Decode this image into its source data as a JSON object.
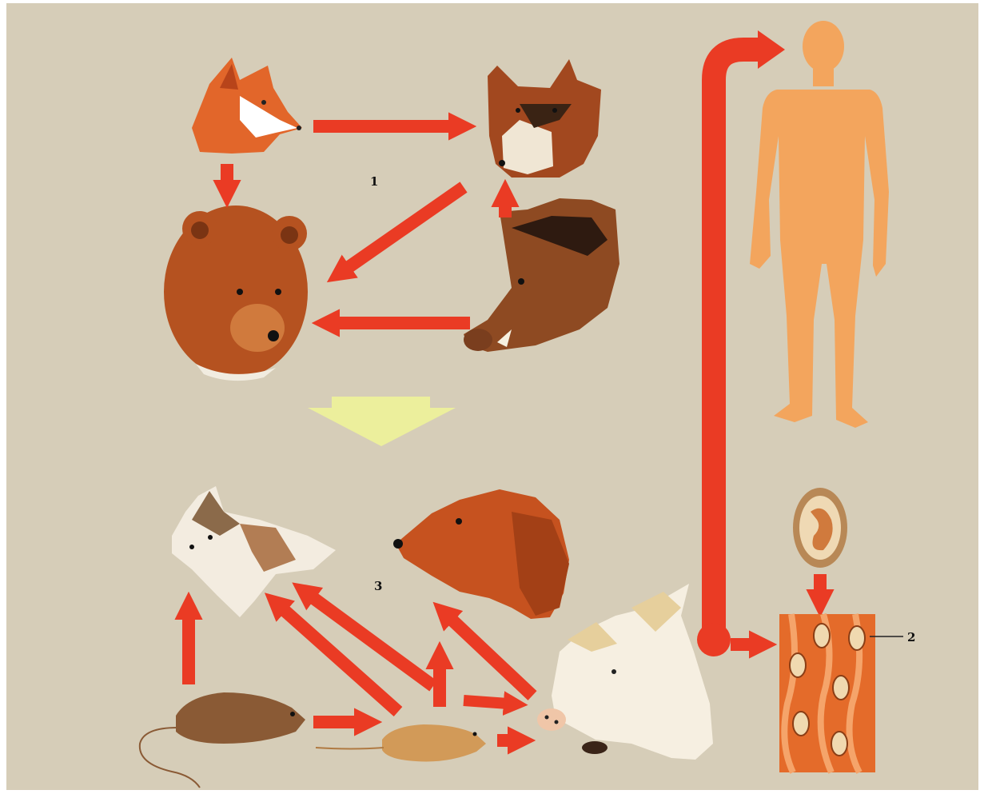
{
  "labels": {
    "label_1": "1",
    "label_2": "2",
    "label_3": "3"
  },
  "colors": {
    "background": "#d6cdb8",
    "arrow": "#ea3b24",
    "arrow_yellow": "#ecef9c",
    "human": "#f3a55d",
    "fox": "#e2662a",
    "bear": "#b55220",
    "boar": "#8e4a22",
    "dog": "#c6521f",
    "cat": "#f3ece0",
    "pig": "#f6efe1",
    "rodent": "#8a5a35",
    "mouse": "#d29a58",
    "muscle": "#e46b2a"
  }
}
